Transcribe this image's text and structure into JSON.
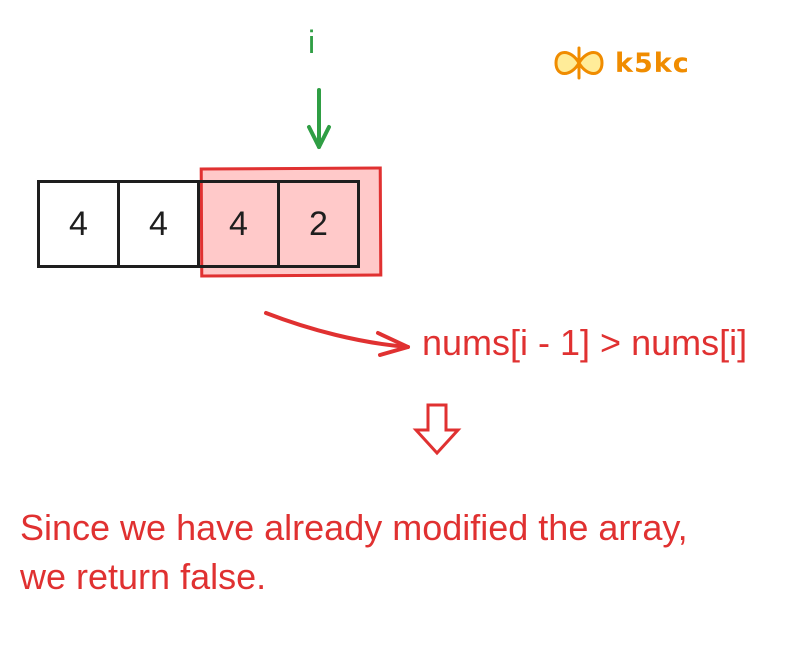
{
  "diagram": {
    "pointer": {
      "label": "i",
      "color": "#2f9e44"
    },
    "logo": {
      "text": "k5kc",
      "color": "#f08c00",
      "fill": "#ffec99"
    },
    "array": {
      "cells": [
        {
          "value": "4",
          "highlighted": false
        },
        {
          "value": "4",
          "highlighted": false
        },
        {
          "value": "4",
          "highlighted": true
        },
        {
          "value": "2",
          "highlighted": true
        }
      ],
      "highlight_fill": "#ffc9c9",
      "highlight_stroke": "#e03131"
    },
    "condition": "nums[i - 1] > nums[i]",
    "conclusion_line1": "Since we have already modified the array,",
    "conclusion_line2": "we return false.",
    "accent_color": "#e03131"
  }
}
